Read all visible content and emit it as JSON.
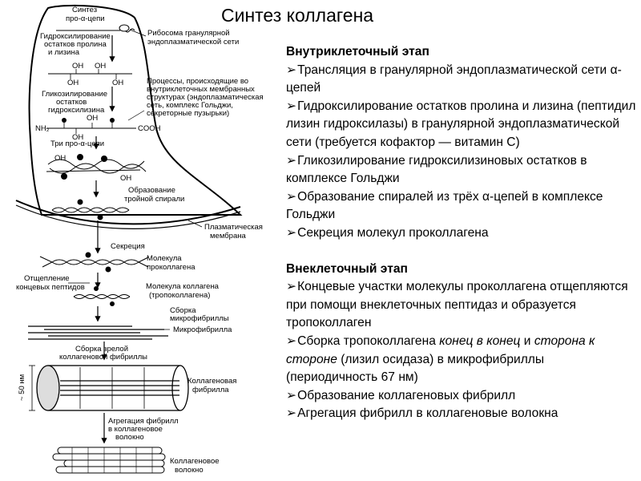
{
  "title": "Синтез коллагена",
  "diagram": {
    "labels": {
      "synthesis": "Синтез",
      "pro_chain": "про-α-цепи",
      "ribosome_1": "Рибосома гранулярной",
      "ribosome_2": "эндоплазматической сети",
      "hydroxylation_1": "Гидроксилирование",
      "hydroxylation_2": "остатков пролина",
      "hydroxylation_3": "и лизина",
      "processes_1": "Процессы,  происходящие во",
      "processes_2": "внутриклеточных мембранных",
      "processes_3": "структурах (эндоплазматическая",
      "processes_4": "сеть, комплекс Гольджи,",
      "processes_5": "секреторные пузырьки)",
      "glycosylation_1": "Гликозилирование",
      "glycosylation_2": "остатков",
      "glycosylation_3": "гидроксилизина",
      "three_chains": "Три про-α-цепи",
      "triple_1": "Образование",
      "triple_2": "тройной спирали",
      "membrane_1": "Плазматическая",
      "membrane_2": "мембрана",
      "secretion": "Секреция",
      "procollagen_1": "Молекула",
      "procollagen_2": "проколлагена",
      "cleavage_1": "Отщепление",
      "cleavage_2": "концевых пептидов",
      "tropocollagen_1": "Молекула коллагена",
      "tropocollagen_2": "(тропоколлагена)",
      "microfibril_assembly_1": "Сборка",
      "microfibril_assembly_2": "микрофибриллы",
      "microfibril": "Микрофибрилла",
      "mature_assembly_1": "Сборка зрелой",
      "mature_assembly_2": "коллагеновой фибриллы",
      "collagen_fibril_1": "Коллагеновая",
      "collagen_fibril_2": "фибрилла",
      "width": "~ 50 нм",
      "aggregation_1": "Агрегация фибрилл",
      "aggregation_2": "в коллагеновое",
      "aggregation_3": "волокно",
      "fiber_1": "Коллагеновое",
      "fiber_2": "волокно",
      "oh": "OH",
      "nh2": "NH₂",
      "cooh": "COOH"
    }
  },
  "intracellular": {
    "heading": "Внутриклеточный этап",
    "items": [
      "Трансляция в гранулярной эндоплазматической сети α-цепей",
      "Гидроксилирование остатков пролина и лизина (пептидил лизин гидроксилазы) в гранулярной эндоплазматической сети (требуется кофактор — витамин С)",
      "Гликозилирование гидроксилизиновых остатков в комплексе Гольджи",
      "Образование спиралей из трёх α-цепей в комплексе Гольджи",
      "Секреция молекул проколлагена"
    ]
  },
  "extracellular": {
    "heading": "Внеклеточный этап",
    "item1": "Концевые участки молекулы проколлагена отщепляются при помощи внеклеточных пептидаз и образуется тропоколлаген",
    "item2": {
      "p1": "Сборка тропоколлагена ",
      "em1": "конец в конец",
      "p2": " и ",
      "em2": "сторона к стороне",
      "p3": " (лизил осидаза) в микрофибриллы (периодичность 67 нм)"
    },
    "item3": "Образование коллагеновых фибрилл",
    "item4": "Агрегация фибрилл в коллагеновые волокна"
  }
}
